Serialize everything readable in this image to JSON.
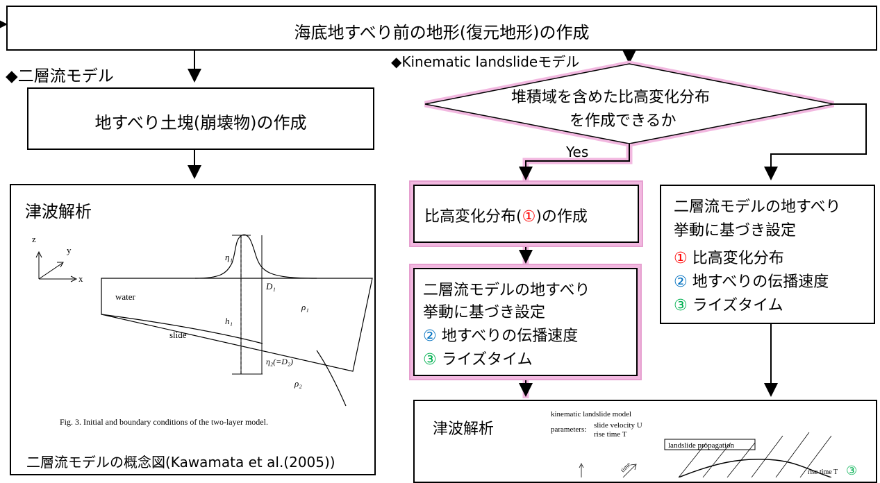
{
  "top_box": {
    "label": "海底地すべり前の地形(復元地形)の作成"
  },
  "left": {
    "section_title": "◆二層流モデル",
    "box1": "地すべり土塊(崩壊物)の作成",
    "analysis_title": "津波解析",
    "figure": {
      "axis_z": "z",
      "axis_y": "y",
      "axis_x": "x",
      "water": "water",
      "slide": "slide",
      "eta1": "η₁",
      "d1": "D₁",
      "h1": "h₁",
      "rho1": "ρ₁",
      "eta2": "η₂(=D₂)",
      "rho2": "ρ₂",
      "caption": "Fig. 3. Initial and boundary conditions of the two-layer model."
    },
    "figure_caption_jp": "二層流モデルの概念図(Kawamata et al.(2005))"
  },
  "right": {
    "section_title": "◆Kinematic landslideモデル",
    "decision_line1": "堆積域を含めた比高変化分布",
    "decision_line2": "を作成できるか",
    "yes_label": "Yes",
    "box_a_prefix": "比高変化分布(",
    "box_a_mark": "①",
    "box_a_suffix": ")の作成",
    "box_b_line1": "二層流モデルの地すべり",
    "box_b_line2": "挙動に基づき設定",
    "box_b_mark2": "②",
    "box_b_item2": " 地すべりの伝播速度",
    "box_b_mark3": "③",
    "box_b_item3": " ライズタイム",
    "box_c_line1": "二層流モデルの地すべり",
    "box_c_line2": "挙動に基づき設定",
    "box_c_mark1": "①",
    "box_c_item1": " 比高変化分布",
    "box_c_mark2": "②",
    "box_c_item2": " 地すべりの伝播速度",
    "box_c_mark3": "③",
    "box_c_item3": " ライズタイム",
    "analysis_title": "津波解析",
    "figure": {
      "model_name": "kinematic landslide model",
      "params_label": "parameters:",
      "param1": "slide velocity U",
      "param2": "rise time T",
      "propagation_label": "landslide propagation",
      "time_label": "time",
      "rise_label": "rise time T",
      "rise_mark": "③"
    }
  },
  "colors": {
    "highlight": "#f2b8e0",
    "mark1": "#ff0000",
    "mark2": "#0070c0",
    "mark3": "#00b050"
  }
}
